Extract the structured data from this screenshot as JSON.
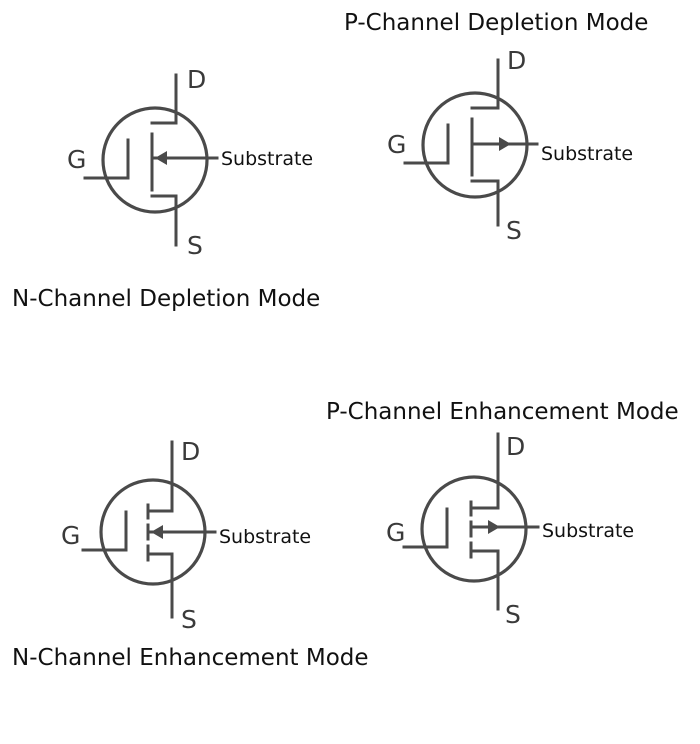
{
  "symbols": [
    {
      "caption": "N-Channel Depletion  Mode",
      "gate": "G",
      "drain": "D",
      "source": "S",
      "substrate": "Substrate",
      "arrow_direction": "in",
      "channel": "continuous"
    },
    {
      "caption": "P-Channel Depletion  Mode",
      "gate": "G",
      "drain": "D",
      "source": "S",
      "substrate": "Substrate",
      "arrow_direction": "out",
      "channel": "continuous"
    },
    {
      "caption": "N-Channel Enhancement  Mode",
      "gate": "G",
      "drain": "D",
      "source": "S",
      "substrate": "Substrate",
      "arrow_direction": "in",
      "channel": "broken"
    },
    {
      "caption": "P-Channel Enhancement  Mode",
      "gate": "G",
      "drain": "D",
      "source": "S",
      "substrate": "Substrate",
      "arrow_direction": "out",
      "channel": "broken"
    }
  ],
  "colors": {
    "line": "#4a4a4a",
    "text": "#111111",
    "background": "#ffffff"
  }
}
